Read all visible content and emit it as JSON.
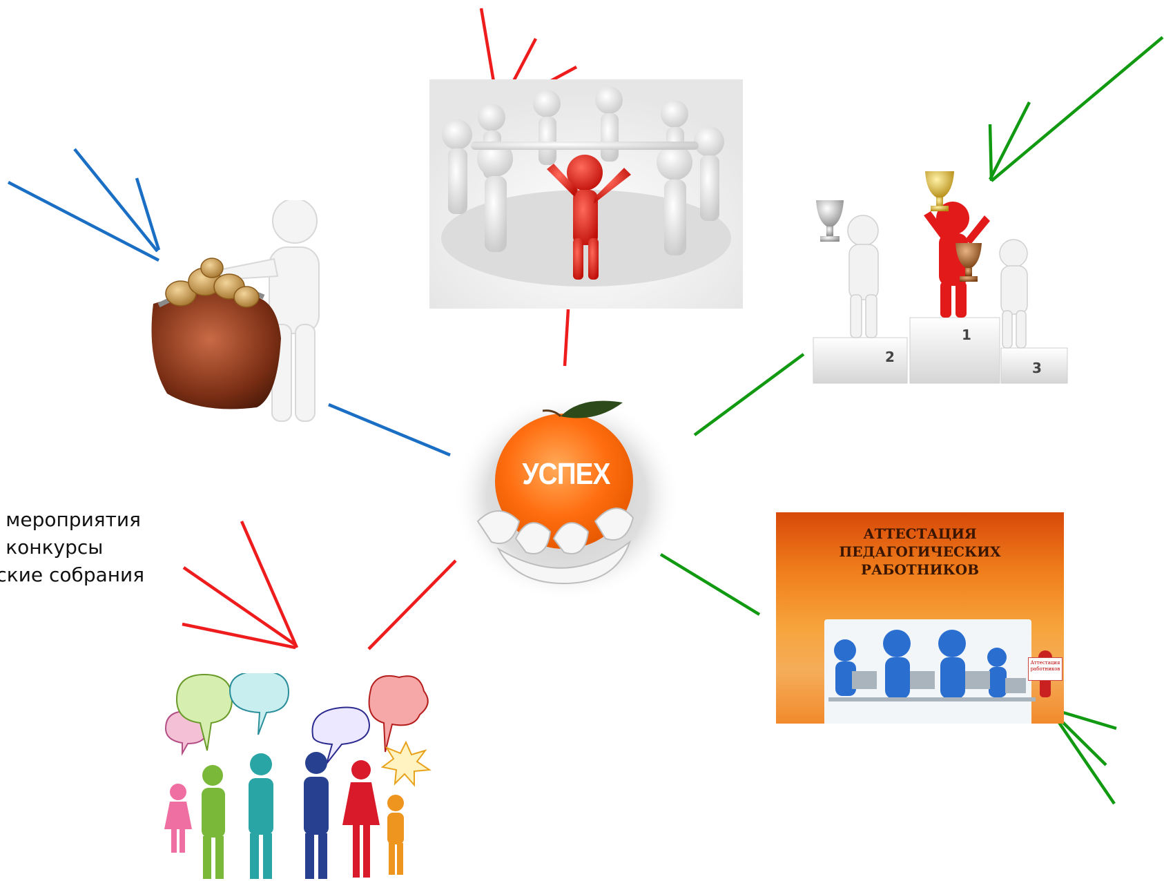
{
  "center": {
    "label": "УСПЕХ"
  },
  "left_list": {
    "items": [
      "ые мероприятия",
      "ые конкурсы",
      "льские собрания"
    ]
  },
  "banner": {
    "title_lines": [
      "АТТЕСТАЦИЯ",
      "ПЕДАГОГИЧЕСКИХ",
      "РАБОТНИКОВ"
    ],
    "badge_lines": [
      "Аттестация",
      "работников"
    ]
  },
  "podium": {
    "places": [
      "2",
      "1",
      "3"
    ]
  },
  "colors": {
    "red": "#ee1c1c",
    "blue": "#1a6fc4",
    "green": "#119a11",
    "accent_orange": "#ff7a10"
  },
  "icons": {
    "top": "team-circle-leader-icon",
    "top_right": "podium-winners-icon",
    "left": "purse-money-icon",
    "bottom_left": "family-speech-bubbles-icon",
    "bottom_right": "attestation-banner-icon",
    "center": "orange-in-hand-icon"
  }
}
